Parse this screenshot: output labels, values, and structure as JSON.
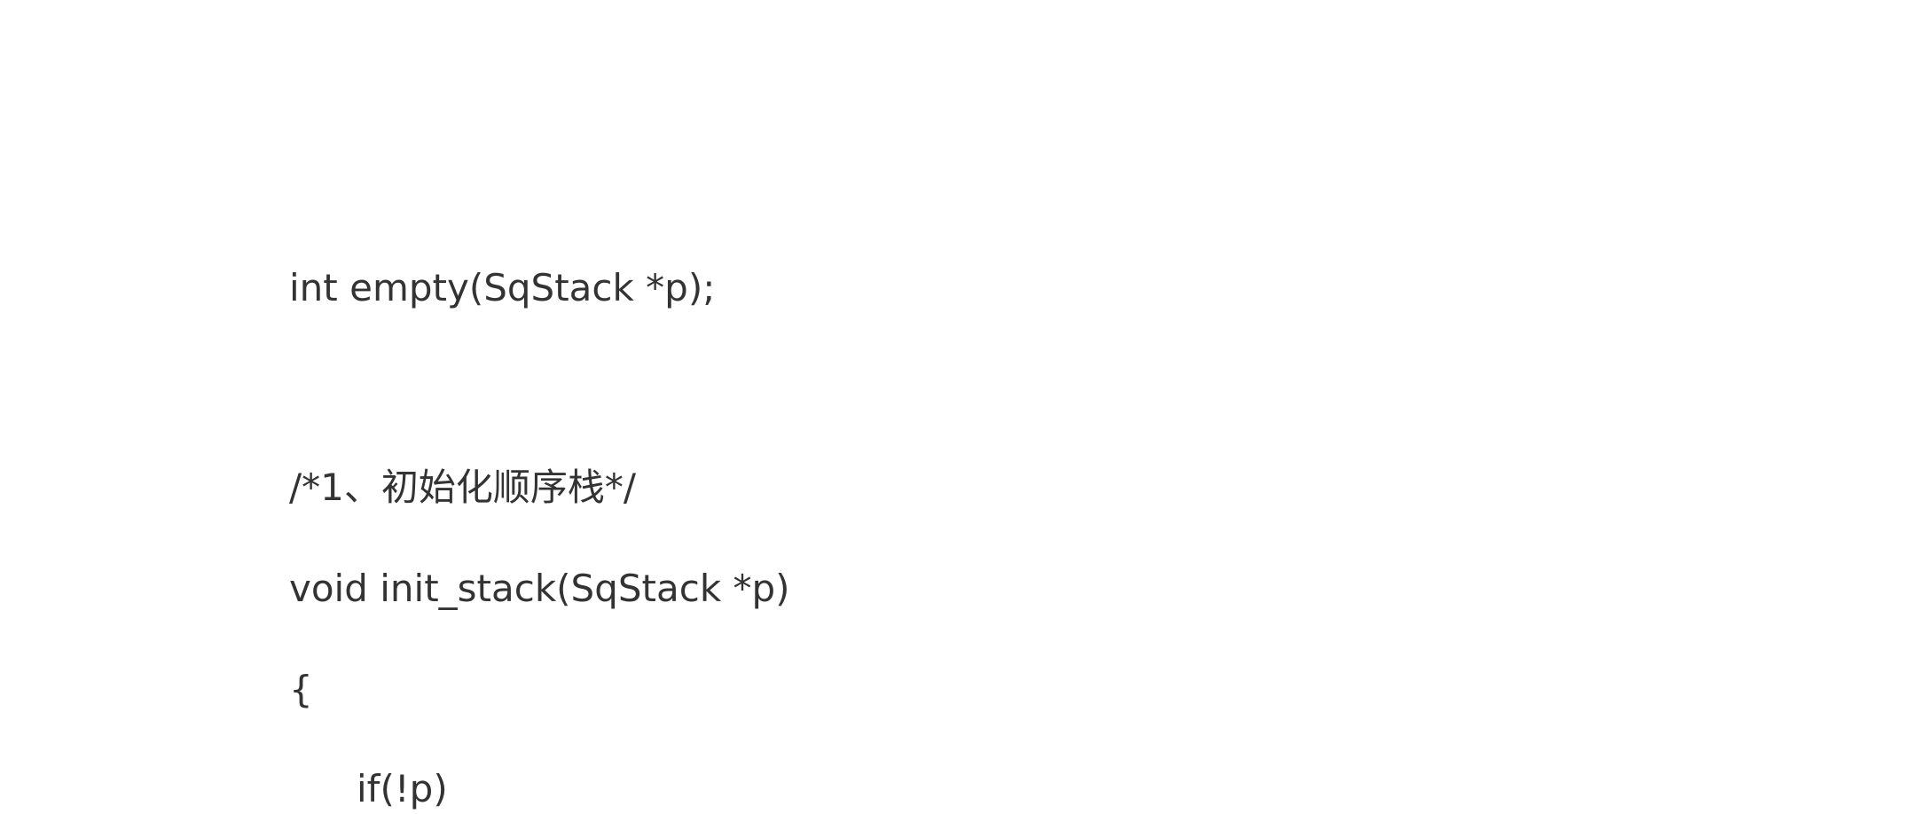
{
  "document": {
    "lines": [
      "int empty(SqStack *p);",
      "/*1、初始化顺序栈*/",
      "void init_stack(SqStack *p)",
      "{",
      "if(!p)"
    ]
  }
}
